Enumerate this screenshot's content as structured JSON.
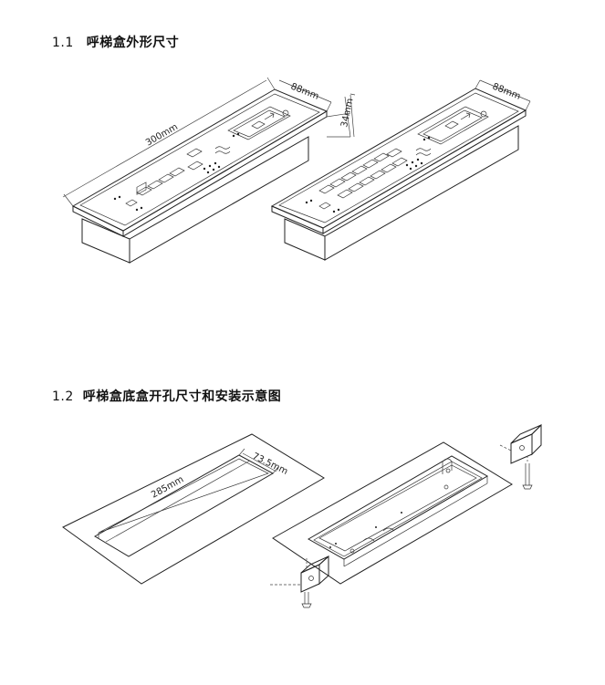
{
  "section1": {
    "number": "1.1",
    "title": "呼梯盒外形尺寸"
  },
  "section2": {
    "number": "1.2",
    "title": "呼梯盒底盒开孔尺寸和安装示意图"
  },
  "dimensions": {
    "length": "300mm",
    "width_left": "88mm",
    "depth": "34mm",
    "width_right": "88mm",
    "cut_length": "285mm",
    "cut_width": "73.5mm"
  }
}
